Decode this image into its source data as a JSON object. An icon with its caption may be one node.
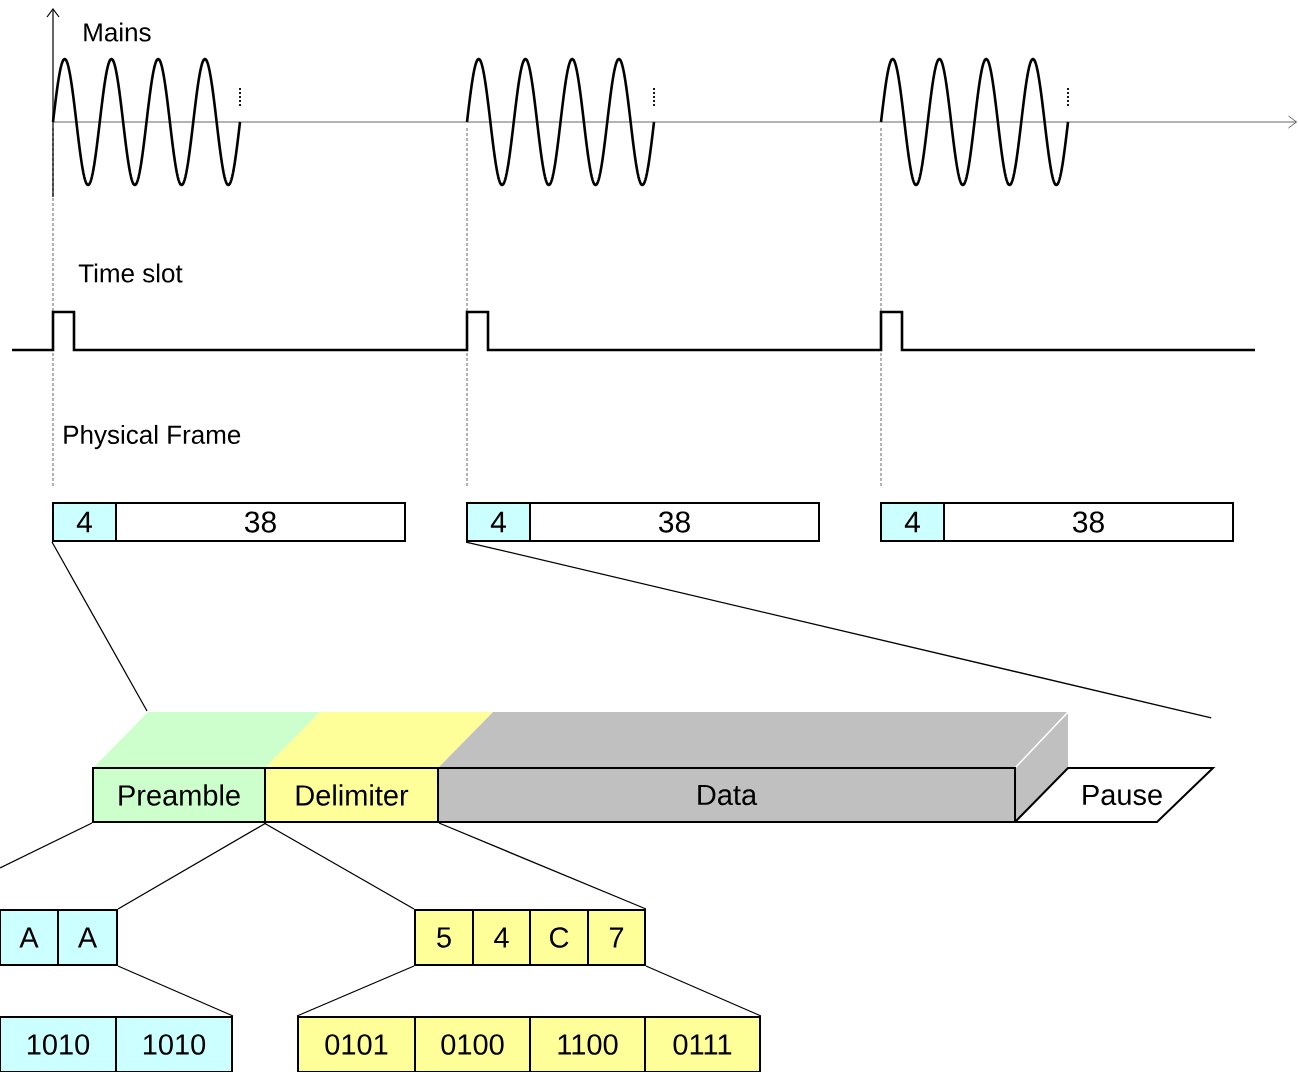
{
  "diagram": {
    "nodes": [
      {
        "text": [
          "4"
        ]
      },
      {
        "text": [
          "38"
        ]
      },
      {
        "text": [
          "4"
        ]
      },
      {
        "text": [
          "38"
        ]
      },
      {
        "text": [
          "4"
        ]
      },
      {
        "text": [
          "38"
        ]
      },
      {
        "text": [
          "Preamble"
        ]
      },
      {
        "text": [
          "Delimiter"
        ]
      },
      {
        "text": [
          "Data"
        ]
      },
      {
        "text": [
          "Pause"
        ]
      },
      {
        "text": [
          "A"
        ]
      },
      {
        "text": [
          "A"
        ]
      },
      {
        "text": [
          "1010"
        ]
      },
      {
        "text": [
          "1010"
        ]
      },
      {
        "text": [
          "5"
        ]
      },
      {
        "text": [
          "4"
        ]
      },
      {
        "text": [
          "C"
        ]
      },
      {
        "text": [
          "7"
        ]
      },
      {
        "text": [
          "0101"
        ]
      },
      {
        "text": [
          "0100"
        ]
      },
      {
        "text": [
          "1100"
        ]
      },
      {
        "text": [
          "0111"
        ]
      }
    ],
    "edges": [
      {
        "from": 0,
        "to": 6,
        "arrow": "none"
      },
      {
        "from": 2,
        "to": 9,
        "arrow": "none"
      },
      {
        "from": 6,
        "to": null,
        "arrow": "none"
      },
      {
        "from": 6,
        "to": 11,
        "arrow": "none"
      },
      {
        "from": 7,
        "to": 14,
        "arrow": "none"
      },
      {
        "from": 7,
        "to": 17,
        "arrow": "none"
      },
      {
        "from": 11,
        "to": 13,
        "arrow": "none"
      },
      {
        "from": 14,
        "to": 18,
        "arrow": "none"
      },
      {
        "from": 17,
        "to": 21,
        "arrow": "none"
      }
    ],
    "labels": [
      "Mains",
      "Time slot",
      "Physical Frame"
    ]
  }
}
